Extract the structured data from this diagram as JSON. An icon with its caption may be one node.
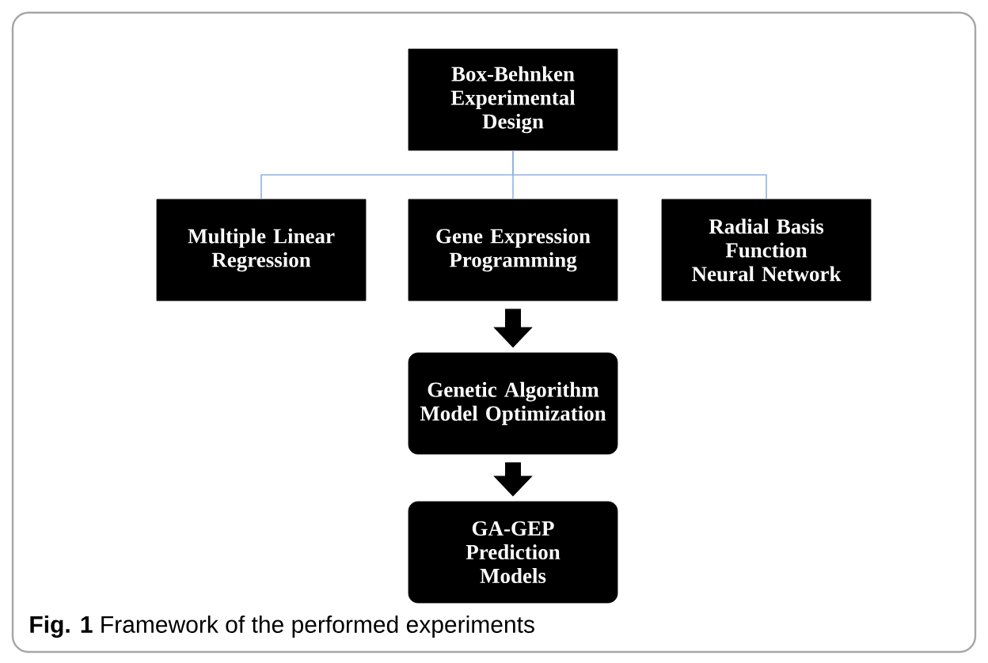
{
  "diagram": {
    "caption": "**Fig. 1** Framework of the performed experiments",
    "nodes": [
      {
        "text": [
          "Box-Behnken Experimental Design"
        ]
      },
      {
        "text": [
          "Multiple Linear Regression"
        ]
      },
      {
        "text": [
          "Gene Expression Programming"
        ]
      },
      {
        "text": [
          "Radial Basis Function Neural Network"
        ]
      },
      {
        "text": [
          "Genetic Algorithm Model Optimization"
        ]
      },
      {
        "text": [
          "GA-GEP Prediction Models"
        ]
      }
    ],
    "edges": [
      {
        "from": 0,
        "to": 1,
        "arrow": "none"
      },
      {
        "from": 0,
        "to": 2,
        "arrow": "none"
      },
      {
        "from": 0,
        "to": 3,
        "arrow": "none"
      },
      {
        "from": 2,
        "to": 4,
        "arrow": "to",
        "style": "thick",
        "color": "#000000"
      },
      {
        "from": 4,
        "to": 5,
        "arrow": "to",
        "style": "thick",
        "color": "#000000"
      }
    ]
  }
}
